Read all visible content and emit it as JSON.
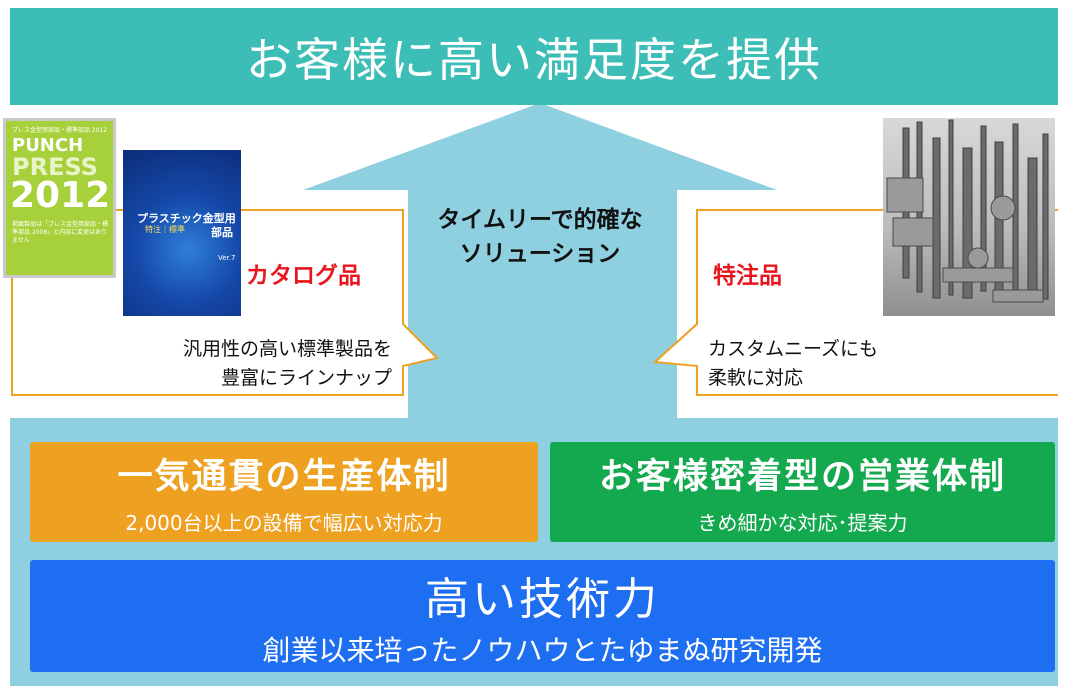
{
  "banner": {
    "title": "お客様に高い満足度を提供"
  },
  "arrow": {
    "lines": [
      "タイムリーで的確な",
      "ソリューション"
    ]
  },
  "left_callout": {
    "label": "カタログ品",
    "desc_lines": [
      "汎用性の高い標準製品を",
      "豊富にラインナップ"
    ],
    "catalog1": {
      "tiny": "プレス金型用部品・標準部品 2012",
      "brand1": "PUNCH",
      "brand2": "PRESS",
      "year": "2012",
      "note": "掲載製品は「プレス金型用部品・標準部品 2008」と内容に変更はありません"
    },
    "catalog2": {
      "title": "プラスチック金型用",
      "sub": "特注｜標準",
      "parts": "部品",
      "ver": "Ver.7"
    }
  },
  "right_callout": {
    "label": "特注品",
    "desc_lines": [
      "カスタムニーズにも",
      "柔軟に対応"
    ]
  },
  "production_box": {
    "title": "一気通貫の生産体制",
    "subtitle": "2,000台以上の設備で幅広い対応力"
  },
  "sales_box": {
    "title": "お客様密着型の営業体制",
    "subtitle": "きめ細かな対応･提案力"
  },
  "tech_box": {
    "title": "高い技術力",
    "subtitle": "創業以来培ったノウハウとたゆまぬ研究開発"
  },
  "colors": {
    "banner": "#3cbdb6",
    "arrow": "#8ecfe0",
    "callout_border": "#eea020",
    "label_red": "#e8151d",
    "orange": "#eea020",
    "green": "#14a84f",
    "blue": "#1e6ef2"
  }
}
